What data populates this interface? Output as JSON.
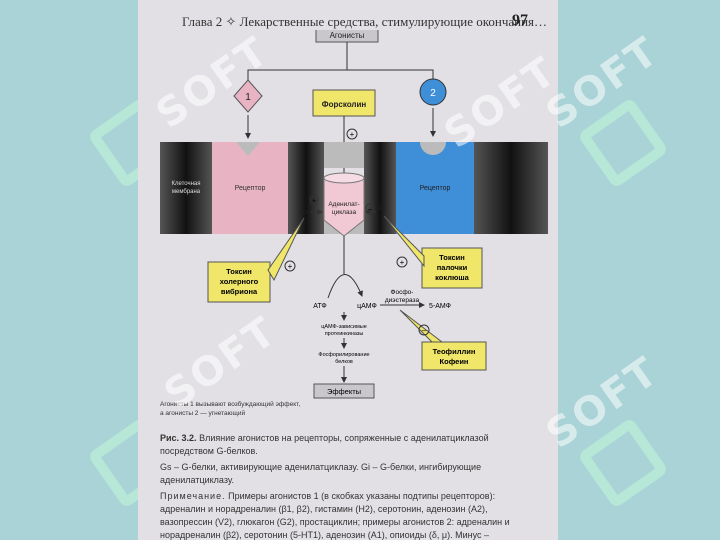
{
  "header": {
    "text": "Глава 2 ✧ Лекарственные средства, стимулирующие окончания…",
    "page_number": "97"
  },
  "diagram": {
    "agonists_box": "Агонисты",
    "agonist_1": "1",
    "agonist_2": "2",
    "forskolin": "Форсколин",
    "membrane_label_1": "Клеточная",
    "membrane_label_2": "мембрана",
    "receptor_left": "Рецептор",
    "receptor_right": "Рецептор",
    "gs": "Gs",
    "gi": "Gi",
    "adenylate_1": "Аденилат-",
    "adenylate_2": "циклаза",
    "cholera_1": "Токсин",
    "cholera_2": "холерного",
    "cholera_3": "вибриона",
    "pertussis_1": "Токсин",
    "pertussis_2": "палочки",
    "pertussis_3": "коклюша",
    "atf": "АТФ",
    "camp": "цАМФ",
    "phosphodiesterase_1": "Фосфо-",
    "phosphodiesterase_2": "диэстераза",
    "amp5": "5-АМФ",
    "camp_proteins_1": "цАМФ-зависимые",
    "camp_proteins_2": "протеинкиназы",
    "phospho_proteins_1": "Фосфорилирование",
    "phospho_proteins_2": "белков",
    "theophylline_1": "Теофиллин",
    "theophylline_2": "Кофеин",
    "effects": "Эффекты",
    "plus": "+",
    "minus": "–"
  },
  "small_note": {
    "line1": "Агонисты 1 вызывают возбуждающий эффект,",
    "line2": "а агонисты 2 — угнетающий"
  },
  "caption": {
    "title": "Рис. 3.2.",
    "title_text": " Влияние агонистов на рецепторы, сопряженные с аденилатциклазой посредством G-белков.",
    "line2": "Gs – G-белки, активирующие аденилатциклазу. Gi – G-белки, ингибирующие аденилатциклазу.",
    "note_label": "Примечание.",
    "note_text": " Примеры агонистов 1 (в скобках указаны подтипы рецепторов): адреналин и норадреналин (β1, β2), гистамин (H2), серотонин, аденозин (A2), вазопрессин (V2), глюкагон (G2), простациклин; примеры агонистов 2: адреналин и норадреналин (β2), серотонин (5-HT1), аденозин (A1), опиоиды (δ, μ). Минус – угнетающее действие; плюс – стимулирующее действие."
  },
  "watermark": "SOFT",
  "colors": {
    "background": "#a9d3d6",
    "page": "#e2e0e4",
    "receptor_pink": "#e8b4c4",
    "receptor_blue": "#3f8fd8",
    "yellow_box": "#efe66a",
    "box_gray": "#c9c7cc",
    "membrane_dark": "#2a2a2a"
  }
}
